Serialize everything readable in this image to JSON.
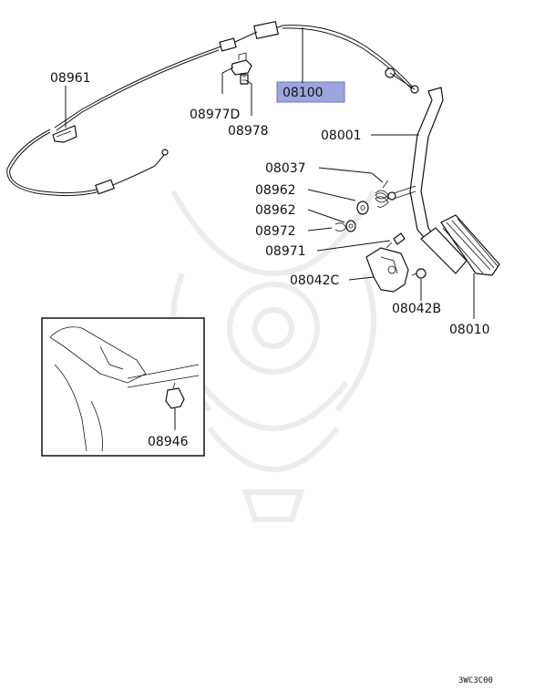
{
  "labels": {
    "p08961": "08961",
    "p08100": "08100",
    "p08977D": "08977D",
    "p08978": "08978",
    "p08001": "08001",
    "p08037": "08037",
    "p08962a": "08962",
    "p08962b": "08962",
    "p08972": "08972",
    "p08971": "08971",
    "p08042C": "08042C",
    "p08042B": "08042B",
    "p08010": "08010",
    "p08946": "08946"
  },
  "diagram_code": "3WC3C00",
  "highlight_color": "#9da6dc",
  "watermark_color": "#eeeeee"
}
